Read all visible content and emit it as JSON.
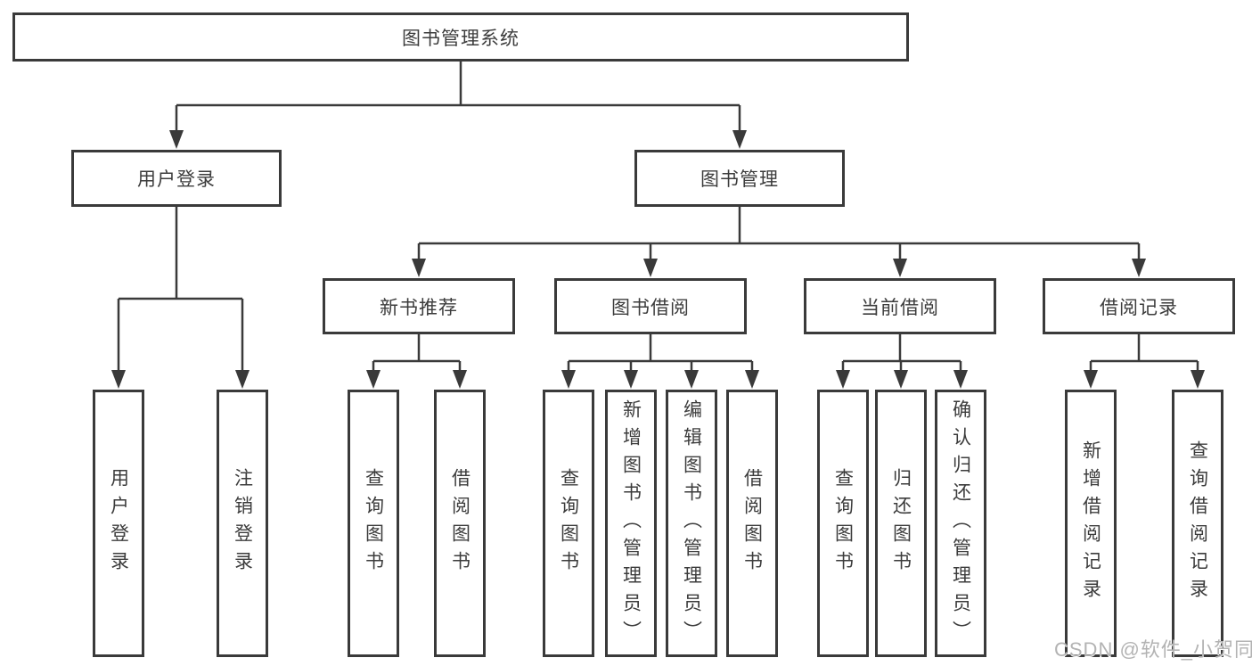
{
  "tree": {
    "root": {
      "label": "图书管理系统"
    },
    "branches": [
      {
        "label": "用户登录",
        "children": [
          {
            "label": "用户登录"
          },
          {
            "label": "注销登录"
          }
        ]
      },
      {
        "label": "图书管理",
        "children": [
          {
            "label": "新书推荐",
            "children": [
              {
                "label": "查询图书"
              },
              {
                "label": "借阅图书"
              }
            ]
          },
          {
            "label": "图书借阅",
            "children": [
              {
                "label": "查询图书"
              },
              {
                "label": "新增图书（管理员）"
              },
              {
                "label": "编辑图书（管理员）"
              },
              {
                "label": "借阅图书"
              }
            ]
          },
          {
            "label": "当前借阅",
            "children": [
              {
                "label": "查询图书"
              },
              {
                "label": "归还图书"
              },
              {
                "label": "确认归还（管理员）"
              }
            ]
          },
          {
            "label": "借阅记录",
            "children": [
              {
                "label": "新增借阅记录"
              },
              {
                "label": "查询借阅记录"
              }
            ]
          }
        ]
      }
    ]
  },
  "watermark": "CSDN @软件_小贺同学",
  "colors": {
    "line": "#3a3a3a",
    "text": "#3c3c3c",
    "background": "#ffffff",
    "watermark": "#b3b3b3"
  }
}
